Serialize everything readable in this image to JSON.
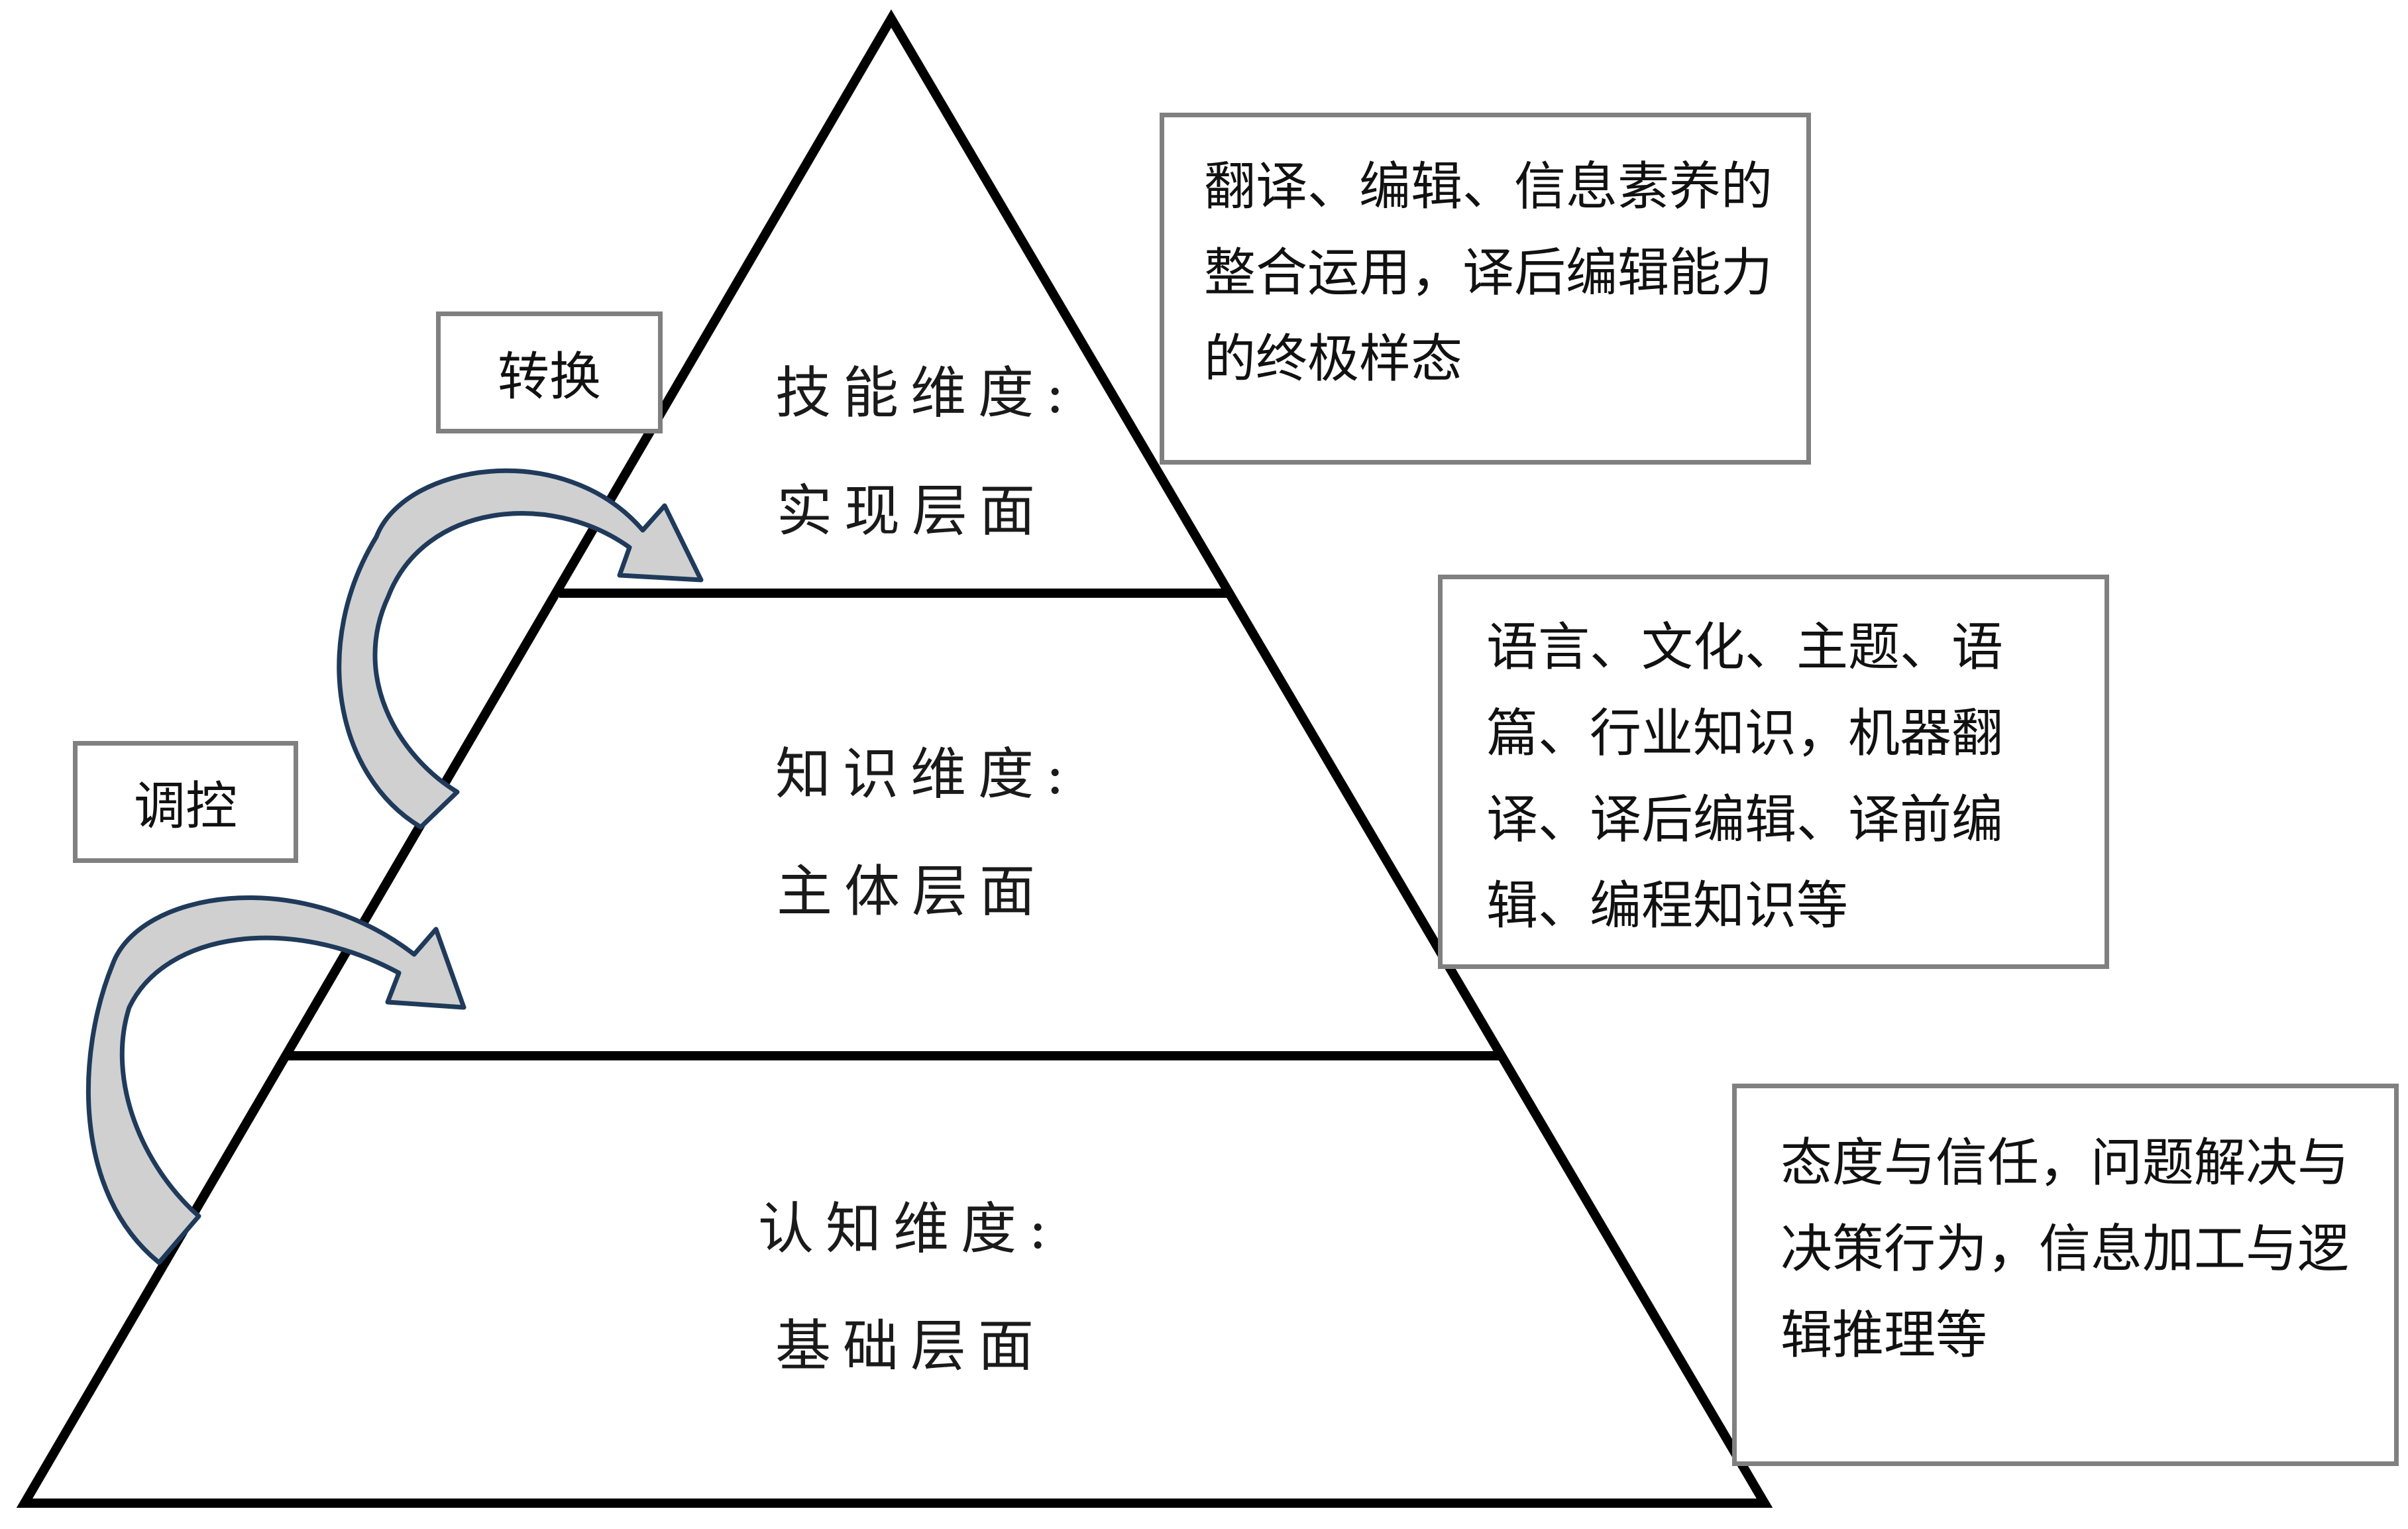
{
  "pyramid": {
    "layers": [
      {
        "id": "skill",
        "title": "技能维度:",
        "subtitle": "实现层面"
      },
      {
        "id": "knowledge",
        "title": "知识维度:",
        "subtitle": "主体层面"
      },
      {
        "id": "cognitive",
        "title": "认知维度:",
        "subtitle": "基础层面"
      }
    ]
  },
  "labels": {
    "transform": "转换",
    "regulate": "调控"
  },
  "descriptions": {
    "skill": [
      "翻译、编辑、信息素养的",
      "整合运用，译后编辑能力",
      "的终极样态"
    ],
    "knowledge": [
      "语言、文化、主题、语",
      "篇、行业知识，机器翻",
      "译、译后编辑、译前编",
      "辑、编程知识等"
    ],
    "cognitive": [
      "态度与信任，问题解决与",
      "决策行为，信息加工与逻",
      "辑推理等"
    ]
  },
  "colors": {
    "outline": "#000000",
    "box_border": "#808080",
    "arrow_fill": "#d0d0d0",
    "arrow_stroke": "#1f3a5a"
  }
}
